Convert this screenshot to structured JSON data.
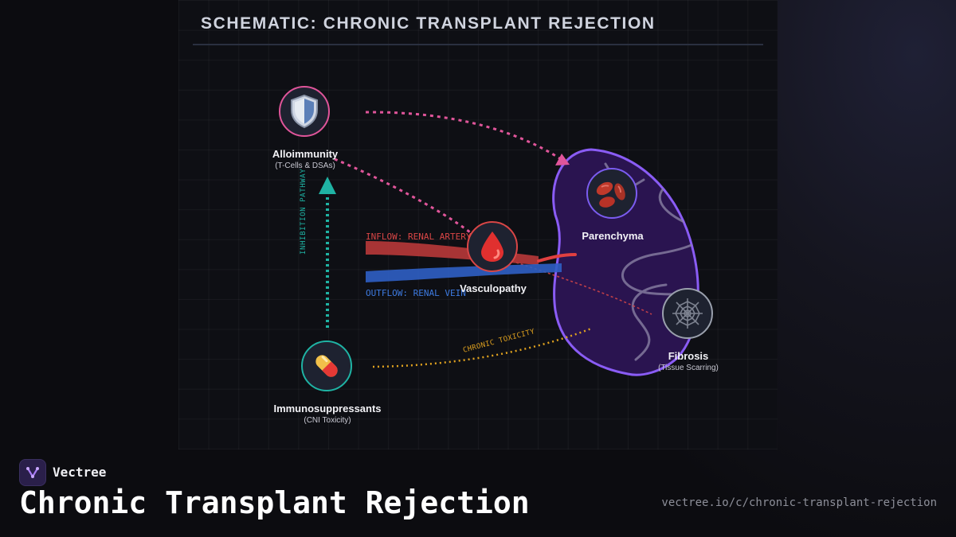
{
  "header": {
    "title": "SCHEMATIC: CHRONIC TRANSPLANT REJECTION"
  },
  "nodes": {
    "alloimmunity": {
      "label": "Alloimmunity",
      "sublabel": "(T-Cells & DSAs)",
      "icon": "shield-icon",
      "color": "#e0559a"
    },
    "vasculopathy": {
      "label": "Vasculopathy",
      "icon": "blood-drop-icon",
      "color": "#d94646"
    },
    "parenchyma": {
      "label": "Parenchyma",
      "icon": "kidney-beans-icon",
      "color": "#7b5cf0"
    },
    "fibrosis": {
      "label": "Fibrosis",
      "sublabel": "(Tissue Scarring)",
      "icon": "spider-web-icon",
      "color": "#9aa0ad"
    },
    "immunosuppressants": {
      "label": "Immunosuppressants",
      "sublabel": "(CNI Toxicity)",
      "icon": "pill-icon",
      "color": "#1fb3a4"
    }
  },
  "links": {
    "inhibition": "INHIBITION PATHWAY",
    "inflow": "INFLOW: RENAL ARTERY",
    "outflow": "OUTFLOW: RENAL VEIN",
    "toxicity": "CHRONIC TOXICITY"
  },
  "colors": {
    "kidney_outline": "#8a5cf5",
    "kidney_fill": "#2a1450",
    "artery": "#c23b3b",
    "vein": "#2f5fc4",
    "inhibition": "#1fb3a4",
    "toxicity": "#e0a21f",
    "immune_arrow": "#e0559a"
  },
  "footer": {
    "brand": "Vectree",
    "title": "Chronic Transplant Rejection",
    "url": "vectree.io/c/chronic-transplant-rejection"
  }
}
